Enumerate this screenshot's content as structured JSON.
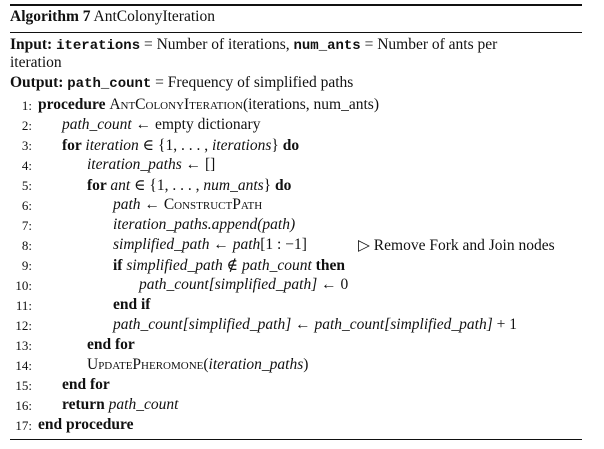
{
  "header": {
    "label": "Algorithm 7",
    "name": "AntColonyIteration"
  },
  "input": {
    "label": "Input:",
    "var1": "iterations",
    "desc1": " = Number of iterations, ",
    "var2": "num_ants",
    "desc2": " = Number of ants per",
    "desc2_cont": "iteration"
  },
  "output": {
    "label": "Output:",
    "var": "path_count",
    "desc": " = Frequency of simplified paths"
  },
  "lines": [
    {
      "n": "1:",
      "kw": "procedure ",
      "sc": "AntColonyIteration",
      "rest": "(iterations, num_ants)"
    },
    {
      "n": "2:",
      "a": "path_count",
      "b": " ← empty dictionary"
    },
    {
      "n": "3:",
      "kw": "for ",
      "a": "iteration",
      "b": " ∈ {1, . . . , ",
      "c": "iterations",
      "d": "} ",
      "kw2": "do"
    },
    {
      "n": "4:",
      "a": "iteration_paths",
      "b": " ← []"
    },
    {
      "n": "5:",
      "kw": "for ",
      "a": "ant",
      "b": " ∈ {1, . . . , ",
      "c": "num_ants",
      "d": "} ",
      "kw2": "do"
    },
    {
      "n": "6:",
      "a": "path",
      "b": " ← ",
      "sc": "ConstructPath"
    },
    {
      "n": "7:",
      "a": "iteration_paths.append(path)"
    },
    {
      "n": "8:",
      "a": "simplified_path",
      "b": " ← ",
      "c": "path",
      "d": "[1 : −1]",
      "comment": "▷ Remove Fork and Join nodes"
    },
    {
      "n": "9:",
      "kw": "if ",
      "a": "simplified_path",
      "b": " ∉ ",
      "c": "path_count",
      "kw2": " then"
    },
    {
      "n": "10:",
      "a": "path_count[simplified_path]",
      "b": " ← 0"
    },
    {
      "n": "11:",
      "kw": "end if"
    },
    {
      "n": "12:",
      "a": "path_count[simplified_path]",
      "b": " ← ",
      "c": "path_count[simplified_path]",
      "d": " + 1"
    },
    {
      "n": "13:",
      "kw": "end for"
    },
    {
      "n": "14:",
      "sc": "UpdatePheromone",
      "b": "(",
      "c": "iteration_paths",
      "d": ")"
    },
    {
      "n": "15:",
      "kw": "end for"
    },
    {
      "n": "16:",
      "kw": "return ",
      "a": "path_count"
    },
    {
      "n": "17:",
      "kw": "end procedure"
    }
  ]
}
